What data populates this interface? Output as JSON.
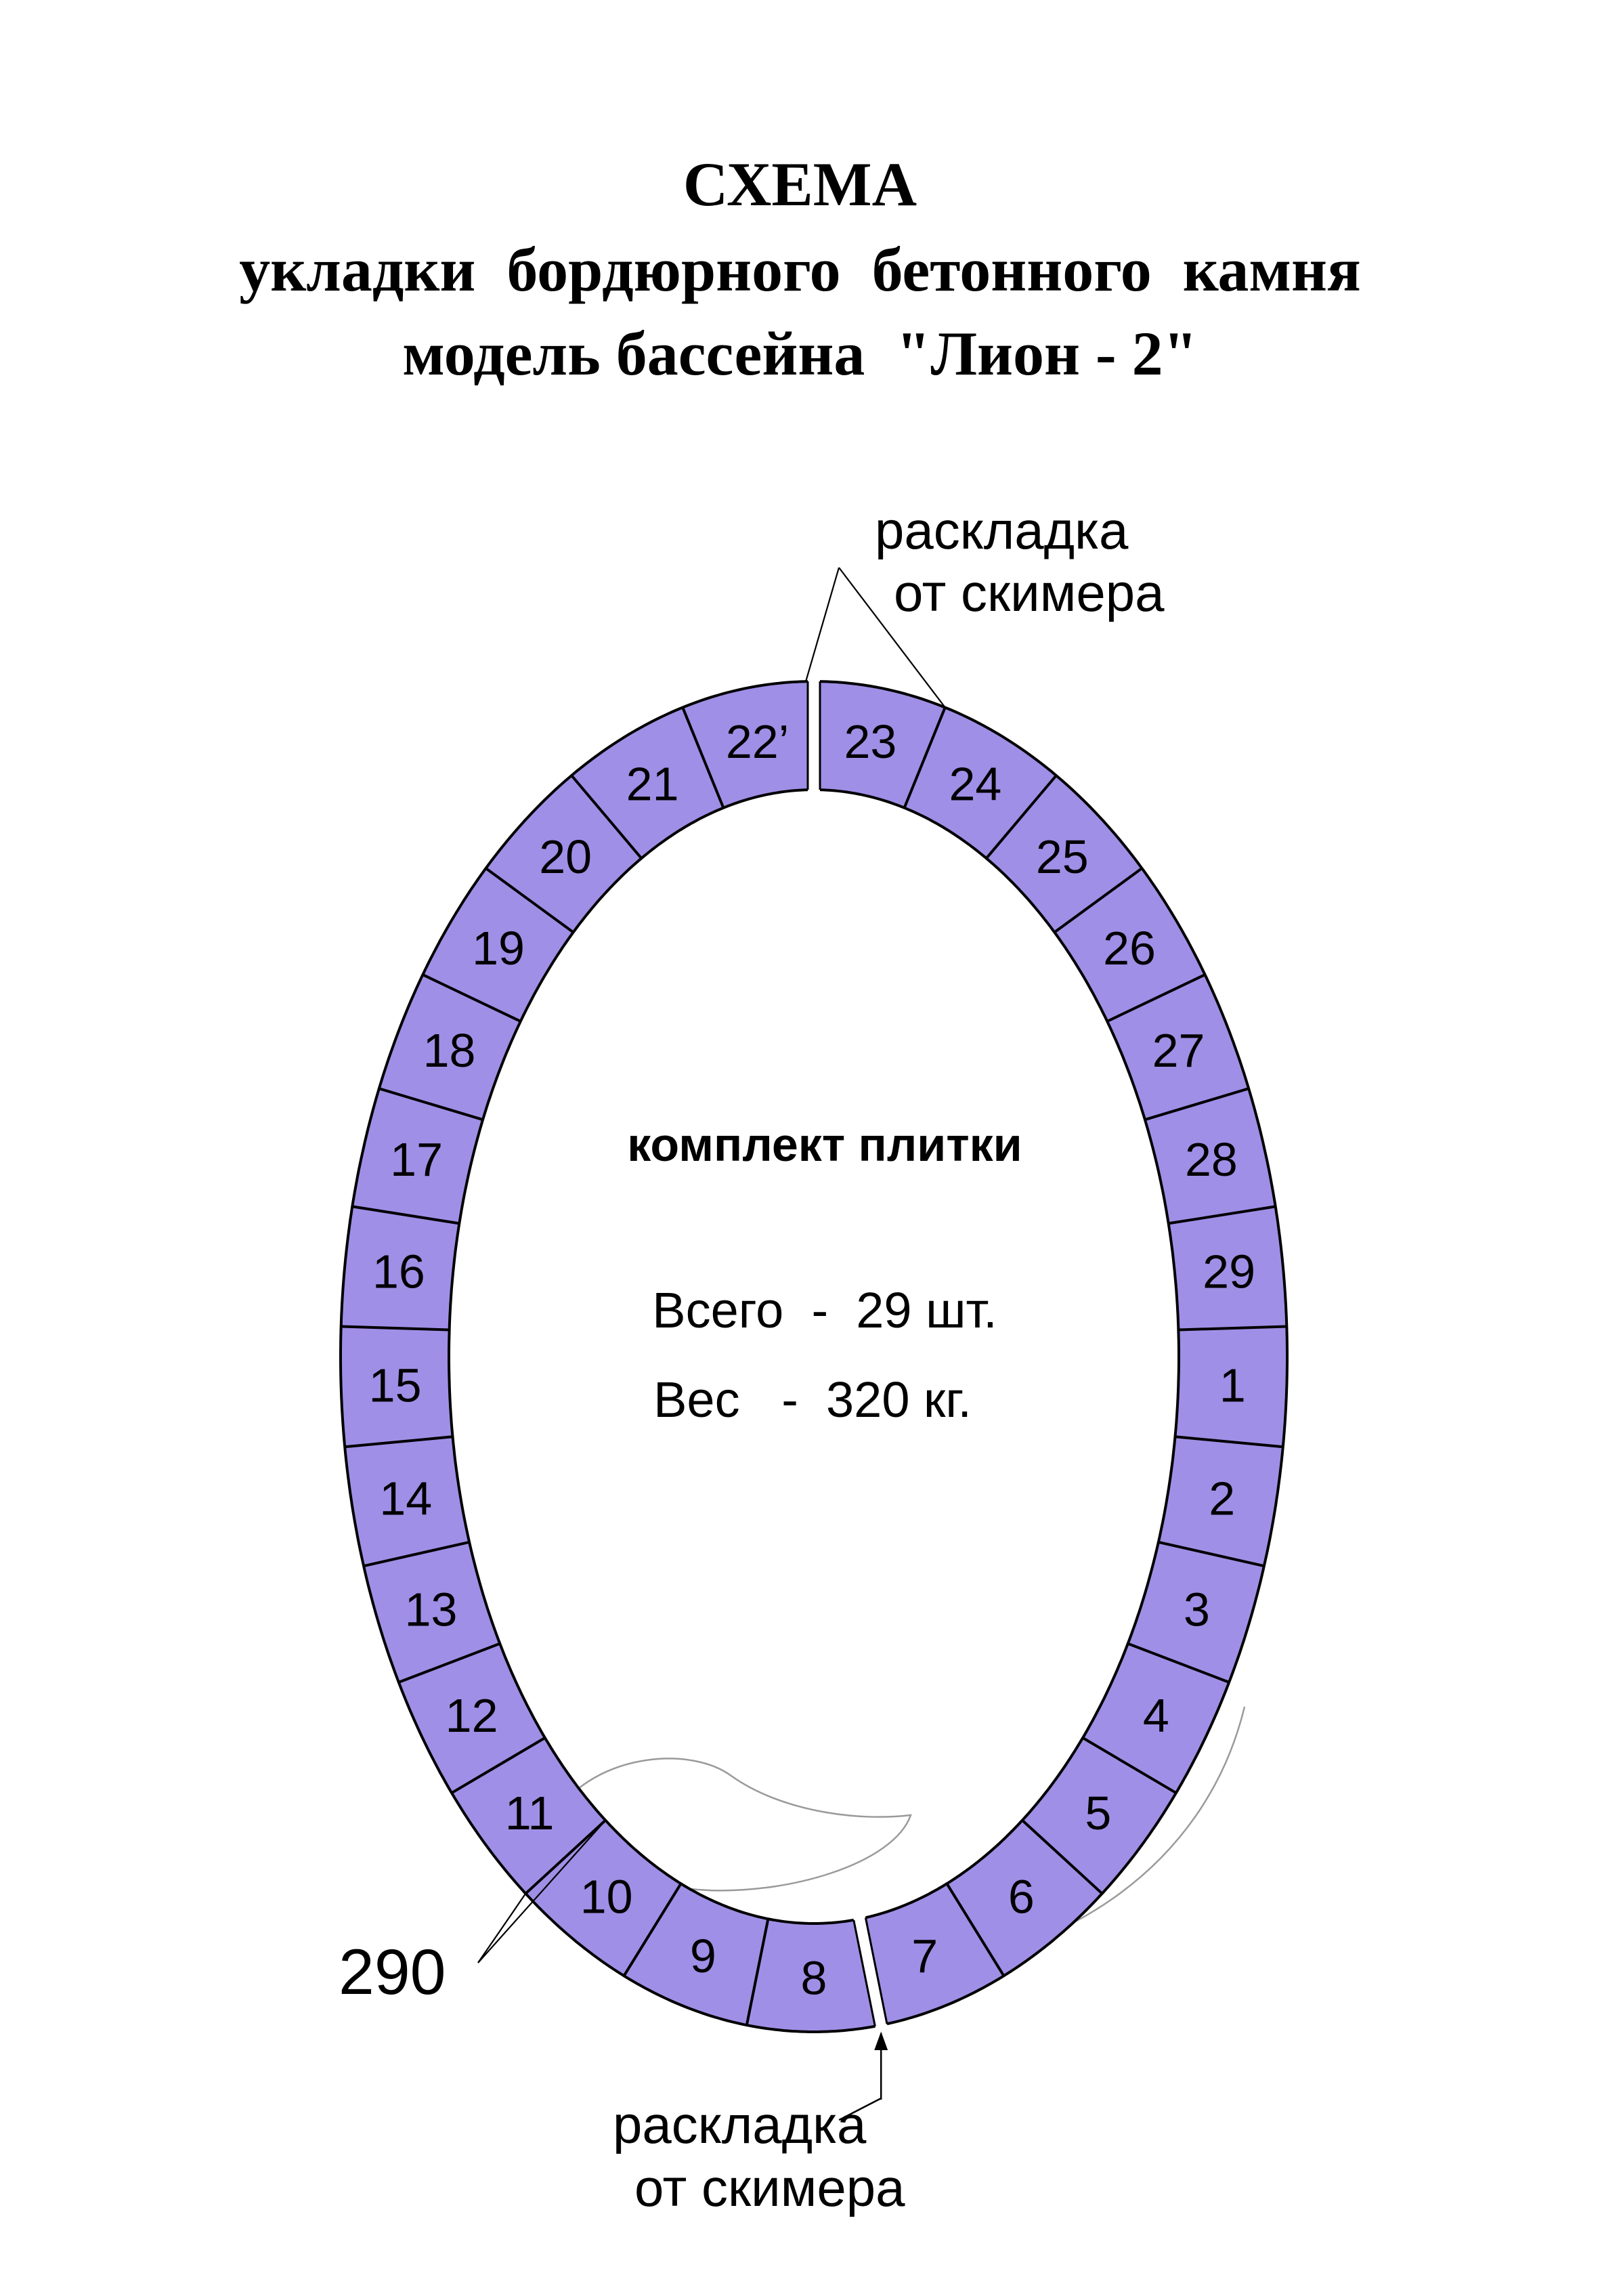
{
  "page": {
    "background": "#ffffff"
  },
  "title": {
    "line1": "СХЕМА",
    "line2": "укладки  бордюрного  бетонного  камня",
    "line3": "модель бассейна  \"Лион - 2\""
  },
  "center_text": {
    "heading": "комплект плитки",
    "total": "Всего  -  29 шт.",
    "weight": "Вес   -  320 кг."
  },
  "annotations": {
    "top_skimmer": {
      "line1": "раскладка",
      "line2": "от скимера"
    },
    "bottom_skimmer": {
      "line1": "раскладка",
      "line2": "от скимера"
    },
    "dimension_width": "290"
  },
  "ring": {
    "segment_count": 29,
    "segments_clockwise_from_top": [
      "23",
      "24",
      "25",
      "26",
      "27",
      "28",
      "29",
      "1",
      "2",
      "3",
      "4",
      "5",
      "6",
      "7",
      "8",
      "9",
      "10",
      "11",
      "12",
      "13",
      "14",
      "15",
      "16",
      "17",
      "18",
      "19",
      "20",
      "21",
      "22’"
    ],
    "colors": {
      "fill": "#a08fe6",
      "line": "#000000",
      "sketch": "#9a9a9a",
      "background": "#ffffff"
    }
  }
}
